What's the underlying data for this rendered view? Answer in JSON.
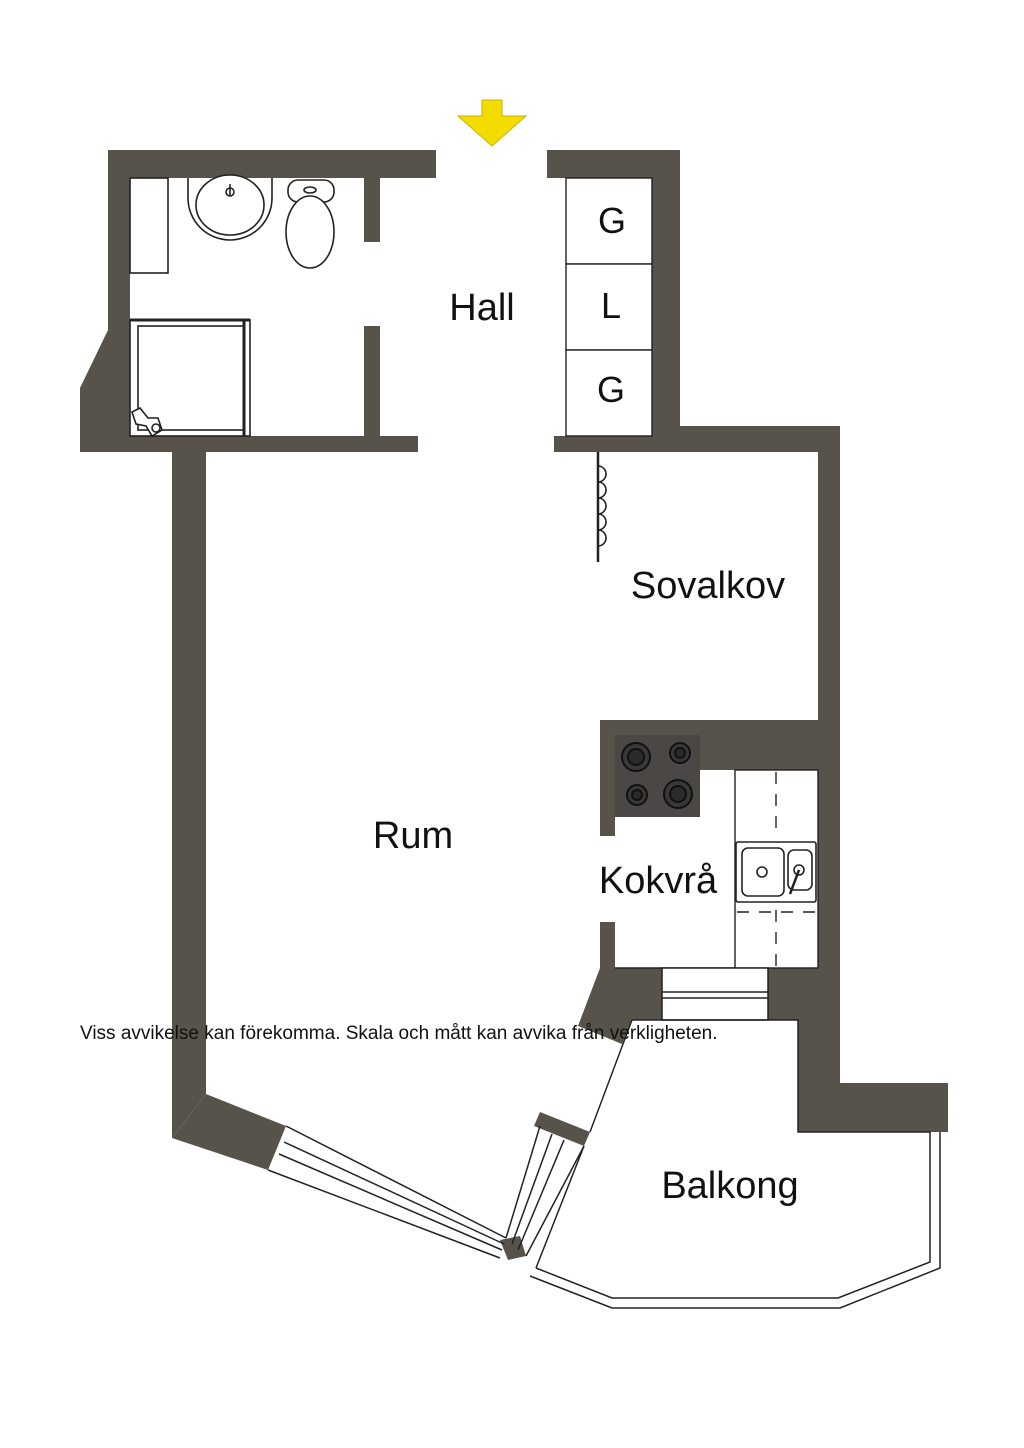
{
  "colors": {
    "wall": "#57524a",
    "entrance_arrow": "#f5dc00",
    "background": "#ffffff",
    "stove": "#4a4744"
  },
  "rooms": {
    "hall": "Hall",
    "sovalkov": "Sovalkov",
    "rum": "Rum",
    "kokvra": "Kokvrå",
    "balkong": "Balkong"
  },
  "closets": [
    "G",
    "L",
    "G"
  ],
  "disclaimer": "Viss avvikelse kan förekomma. Skala och mått kan avvika från verkligheten.",
  "icons": {
    "entrance": "entrance-arrow-icon",
    "sink": "washbasin-icon",
    "toilet": "toilet-icon",
    "shower": "shower-icon",
    "stove": "stove-icon",
    "kitchen_sink": "kitchen-sink-icon",
    "curtain": "curtain-icon"
  }
}
